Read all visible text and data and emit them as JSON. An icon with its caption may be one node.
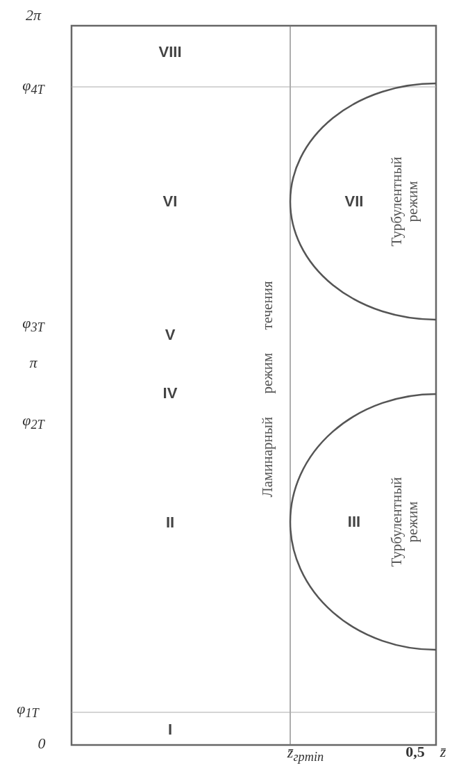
{
  "diagram": {
    "nodes": [
      {
        "text": [
          "VII",
          "Турбулентный режим"
        ]
      },
      {
        "text": [
          "III",
          "Турбулентный режим"
        ]
      }
    ],
    "labels": [
      "2π",
      "VIII",
      "φ$_{4T}$",
      "VI",
      "φ$_{3T}$",
      "V",
      "π",
      "IV",
      "φ$_{2T}$",
      "II",
      "Ламинарный режим течения",
      "φ$_{1T}$",
      "I",
      "0",
      "z̄$_{грmin}$",
      "0,5",
      "z̄"
    ]
  }
}
